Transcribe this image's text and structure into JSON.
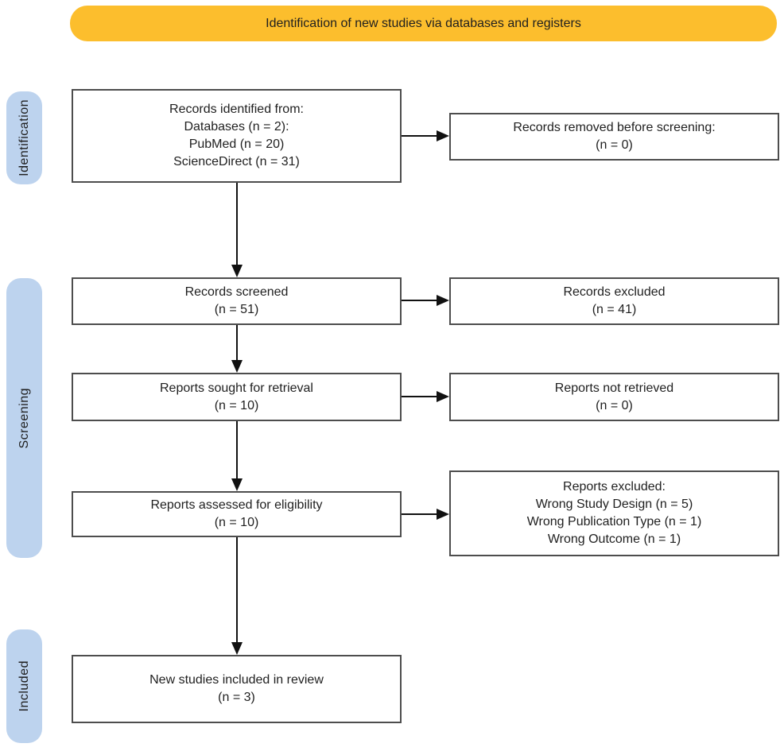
{
  "banner": {
    "title": "Identification of new studies via databases and registers"
  },
  "side_labels": [
    {
      "label": "Identification"
    },
    {
      "label": "Screening"
    },
    {
      "label": "Included"
    }
  ],
  "boxes": {
    "identified": {
      "lines": [
        "Records identified from:",
        "Databases (n = 2):",
        "PubMed (n = 20)",
        "ScienceDirect (n = 31)"
      ]
    },
    "removed": {
      "lines": [
        "Records removed before screening:",
        "(n = 0)"
      ]
    },
    "screened": {
      "lines": [
        "Records screened",
        "(n = 51)"
      ]
    },
    "excluded": {
      "lines": [
        "Records excluded",
        "(n = 41)"
      ]
    },
    "sought": {
      "lines": [
        "Reports sought for retrieval",
        "(n = 10)"
      ]
    },
    "not_retrieved": {
      "lines": [
        "Reports not retrieved",
        "(n = 0)"
      ]
    },
    "assessed": {
      "lines": [
        "Reports assessed for eligibility",
        "(n = 10)"
      ]
    },
    "reports_excluded": {
      "lines": [
        "Reports excluded:",
        "Wrong Study Design (n = 5)",
        "Wrong Publication Type (n = 1)",
        "Wrong Outcome (n = 1)"
      ]
    },
    "included_review": {
      "lines": [
        "New studies included in review",
        "(n = 3)"
      ]
    }
  },
  "colors": {
    "banner_bg": "#FCBE2D",
    "side_label_bg": "#BDD3EE",
    "box_border": "#4d4d4d",
    "arrow": "#111111",
    "text": "#1f1f1f"
  }
}
